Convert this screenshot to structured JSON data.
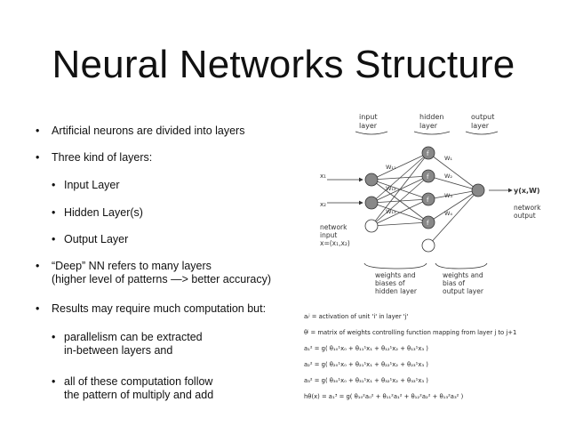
{
  "slide": {
    "title": "Neural Networks Structure"
  },
  "bullets": [
    {
      "level": 1,
      "lines": [
        "Artificial neurons are divided into layers"
      ]
    },
    {
      "level": 1,
      "lines": [
        "Three kind of layers:"
      ]
    },
    {
      "level": 2,
      "lines": [
        "Input Layer"
      ]
    },
    {
      "level": 2,
      "lines": [
        "Hidden Layer(s)"
      ]
    },
    {
      "level": 2,
      "lines": [
        "Output Layer"
      ]
    },
    {
      "level": 1,
      "lines": [
        "“Deep” NN refers to many layers",
        "(higher level of patterns  —>  better accuracy)"
      ]
    },
    {
      "level": 1,
      "lines": [
        "Results may require much computation but:"
      ]
    },
    {
      "level": 2,
      "lines": [
        "parallelism can be extracted",
        "in-between layers and"
      ]
    },
    {
      "level": 2,
      "lines": [
        "all of these computation follow",
        "the pattern of multiply and add"
      ]
    }
  ],
  "bullet_symbol": "•",
  "diagram": {
    "input_layer_label": [
      "input",
      "layer"
    ],
    "hidden_layer_label": [
      "hidden",
      "layer"
    ],
    "output_layer_label": [
      "output",
      "layer"
    ],
    "network_input_label": [
      "network",
      "input",
      "x=(x₁,x₂)"
    ],
    "network_output_label": [
      "network",
      "output"
    ],
    "output_value": "y(x,W)",
    "x1": "x₁",
    "x2": "x₂",
    "w_in": [
      "W₁₁",
      "W₁₂",
      "W₁₃"
    ],
    "w_out": [
      "W₁",
      "W₂",
      "W₃",
      "W₄"
    ],
    "hidden_node": "f",
    "weights_hidden_caption": [
      "weights and",
      "biases of",
      "hidden layer"
    ],
    "weights_output_caption": [
      "weights and",
      "bias of",
      "output layer"
    ]
  },
  "formulas": [
    "aᵢʲ = activation of unit 'i' in layer 'j'",
    "θʲ = matrix of weights controlling function mapping from layer j to j+1",
    "a₁² = g( θ₁₀¹x₀ + θ₁₁¹x₁ + θ₁₂¹x₂ + θ₁₃¹x₃ )",
    "a₂² = g( θ₂₀¹x₀ + θ₂₁¹x₁ + θ₂₂¹x₂ + θ₂₃¹x₃ )",
    "a₃² = g( θ₃₀¹x₀ + θ₃₁¹x₁ + θ₃₂¹x₂ + θ₃₃¹x₃ )",
    "hθ(x) = a₁³ = g( θ₁₀²a₀² + θ₁₁²a₁² + θ₁₂²a₂² + θ₁₃²a₃² )"
  ]
}
